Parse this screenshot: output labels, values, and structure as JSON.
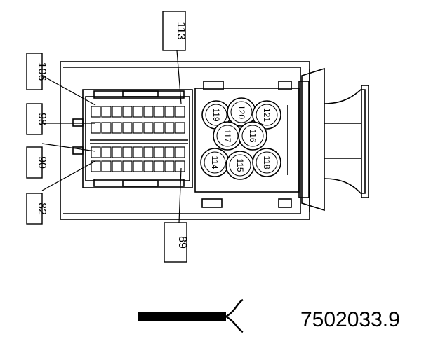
{
  "labels": {
    "pin_106": "106",
    "pin_98": "98",
    "pin_90": "90",
    "pin_82": "82",
    "pin_113": "113",
    "pin_89": "89"
  },
  "round_pins": [
    "119",
    "120",
    "121",
    "117",
    "116",
    "114",
    "115",
    "118"
  ],
  "document_ref": "7502033.9"
}
